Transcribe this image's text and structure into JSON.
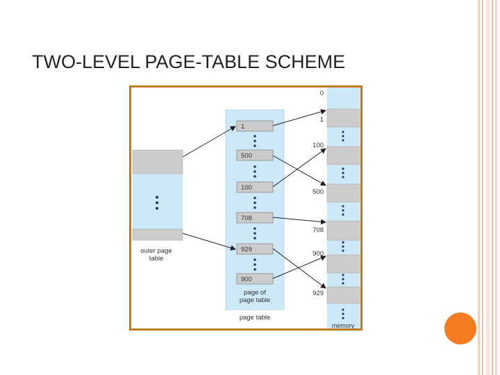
{
  "slide": {
    "title": "TWO-LEVEL PAGE-TABLE SCHEME"
  },
  "diagram": {
    "outer_label_line1": "outer page",
    "outer_label_line2": "table",
    "page_of_line1": "page of",
    "page_of_line2": "page table",
    "page_table_label": "page table",
    "memory_label": "memory",
    "entries": [
      "1",
      "500",
      "100",
      "708",
      "929",
      "900"
    ],
    "memory_addresses": [
      "0",
      "1",
      "100",
      "500",
      "708",
      "900",
      "929"
    ]
  },
  "colors": {
    "frame_border": "#c07a22",
    "accent_circle": "#f47b20",
    "light_blue": "#cde9f7",
    "gray_cell": "#cccccc",
    "stripe_light": "#fde3d6",
    "stripe_dark": "#f6b99d"
  }
}
